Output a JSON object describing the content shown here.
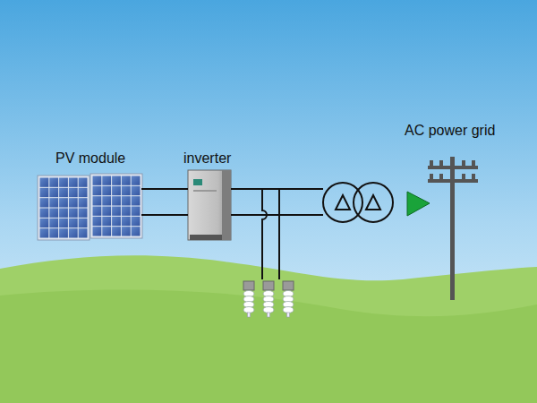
{
  "diagram": {
    "labels": [
      "PV module",
      "inverter",
      "AC power grid"
    ]
  }
}
